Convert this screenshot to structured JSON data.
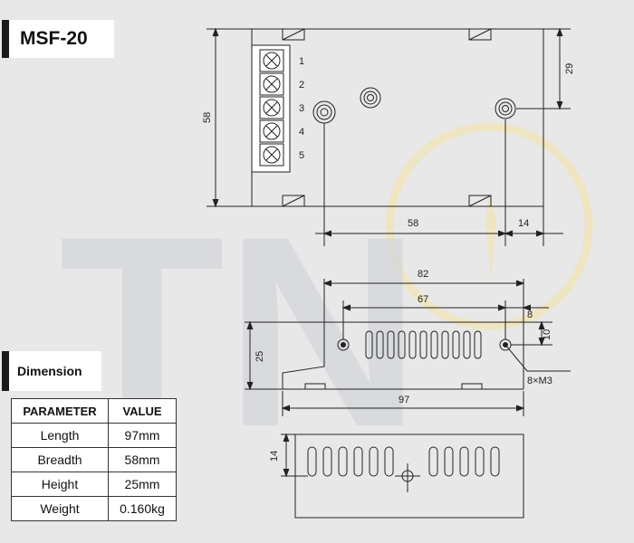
{
  "header": {
    "model": "MSF-20"
  },
  "section": {
    "label": "Dimension"
  },
  "table": {
    "headers": [
      "PARAMETER",
      "VALUE"
    ],
    "rows": [
      {
        "param": "Length",
        "value": "97mm"
      },
      {
        "param": "Breadth",
        "value": "58mm"
      },
      {
        "param": "Height",
        "value": "25mm"
      },
      {
        "param": "Weight",
        "value": "0.160kg"
      }
    ]
  },
  "drawing": {
    "terminals": [
      "1",
      "2",
      "3",
      "4",
      "5"
    ],
    "top_view": {
      "dim_height": "58",
      "dim_width": "58",
      "dim_right": "14",
      "dim_hole": "29"
    },
    "side_view": {
      "dim_82": "82",
      "dim_67": "67",
      "dim_8": "8",
      "dim_10": "10",
      "dim_25": "25",
      "dim_97": "97",
      "screw_note": "8×M3"
    },
    "bottom_view": {
      "dim_14": "14"
    }
  },
  "watermark": {
    "text": "TN"
  },
  "colors": {
    "background": "#e8e8e8",
    "line": "#222222",
    "watermark_grey": "#d3d6da",
    "watermark_gold": "#efe2b8"
  }
}
